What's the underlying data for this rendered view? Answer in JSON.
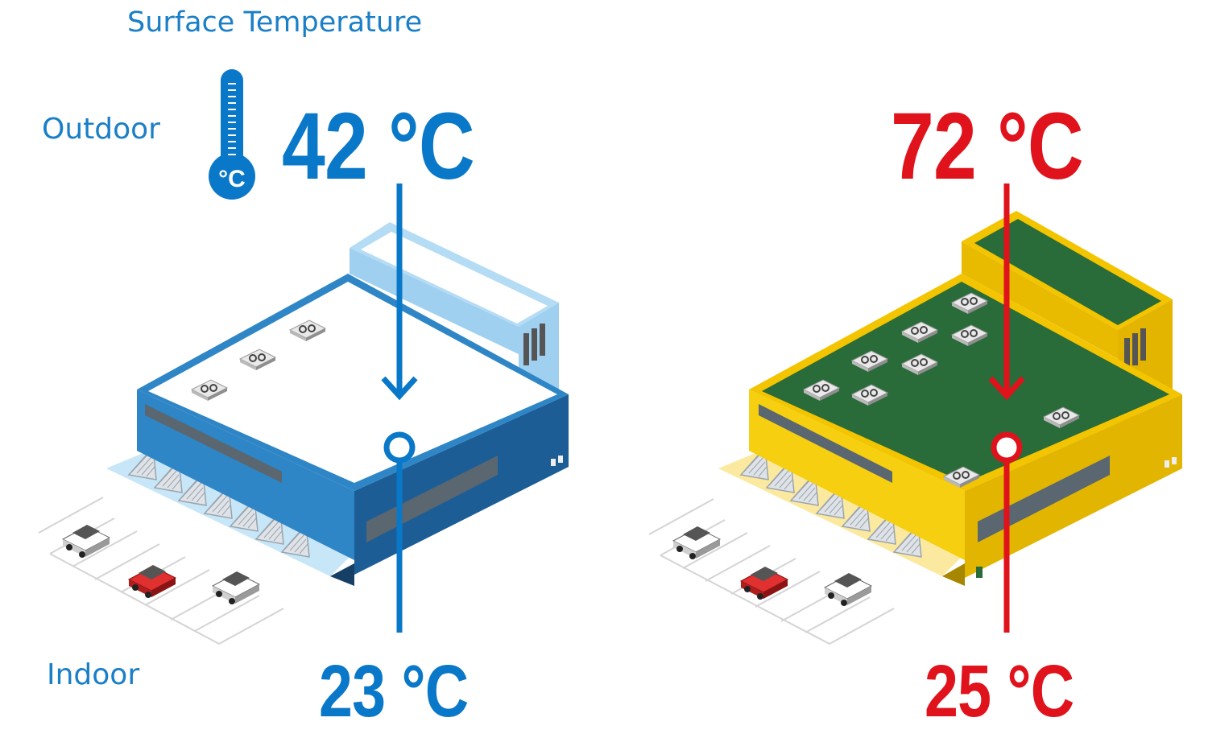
{
  "title": "Surface Temperature",
  "labels": {
    "outdoor": "Outdoor",
    "indoor": "Indoor"
  },
  "thermometer_icon": "thermometer-celsius-icon",
  "cool_building": {
    "outdoor_temp": "42 °C",
    "indoor_temp": "23 °C",
    "color": "#0a78c8"
  },
  "hot_building": {
    "outdoor_temp": "72 °C",
    "indoor_temp": "25 °C",
    "color": "#e0121b"
  }
}
